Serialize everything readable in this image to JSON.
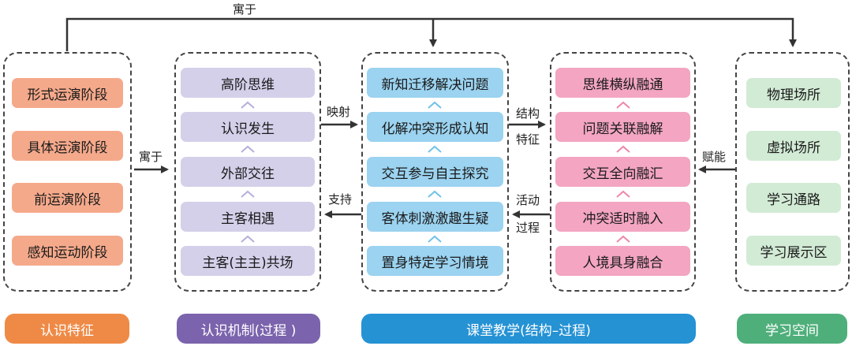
{
  "top_label": "寓于",
  "columns": {
    "cognitive_features": {
      "items": [
        "形式运演阶段",
        "具体运演阶段",
        "前运演阶段",
        "感知运动阶段"
      ],
      "tag": "认识特征"
    },
    "cognitive_mechanism": {
      "items": [
        "高阶思维",
        "认识发生",
        "外部交往",
        "主客相遇",
        "主客(主主)共场"
      ],
      "tag": "认识机制(过程 )"
    },
    "classroom_process": {
      "items": [
        "新知迁移解决问题",
        "化解冲突形成认知",
        "交互参与自主探究",
        "客体刺激激趣生疑",
        "置身特定学习情境"
      ]
    },
    "classroom_structure": {
      "items": [
        "思维横纵融通",
        "问题关联融解",
        "交互全向融汇",
        "冲突适时融入",
        "人境具身融合"
      ]
    },
    "learning_space": {
      "items": [
        "物理场所",
        "虚拟场所",
        "学习通路",
        "学习展示区"
      ],
      "tag": "学习空间"
    },
    "classroom_tag": "课堂教学(结构–过程)"
  },
  "connectors": {
    "c1_to_c2": "寓于",
    "c2_to_c3": "映射",
    "c3_to_c2": "支持",
    "c3_c4_top_1": "结构",
    "c3_c4_top_2": "特征",
    "c4_c3_bottom_1": "活动",
    "c4_c3_bottom_2": "过程",
    "c5_to_c4": "赋能"
  },
  "colors": {
    "orange_box": "#f5a98b",
    "lavender_box": "#d4d0ea",
    "blue_box": "#9bd3f0",
    "pink_box": "#f3a5c1",
    "green_box": "#d2ebd5",
    "orange_tag": "#ef8a46",
    "purple_tag": "#7b63ad",
    "blue_tag": "#2592d4",
    "green_tag": "#4faf7b"
  }
}
